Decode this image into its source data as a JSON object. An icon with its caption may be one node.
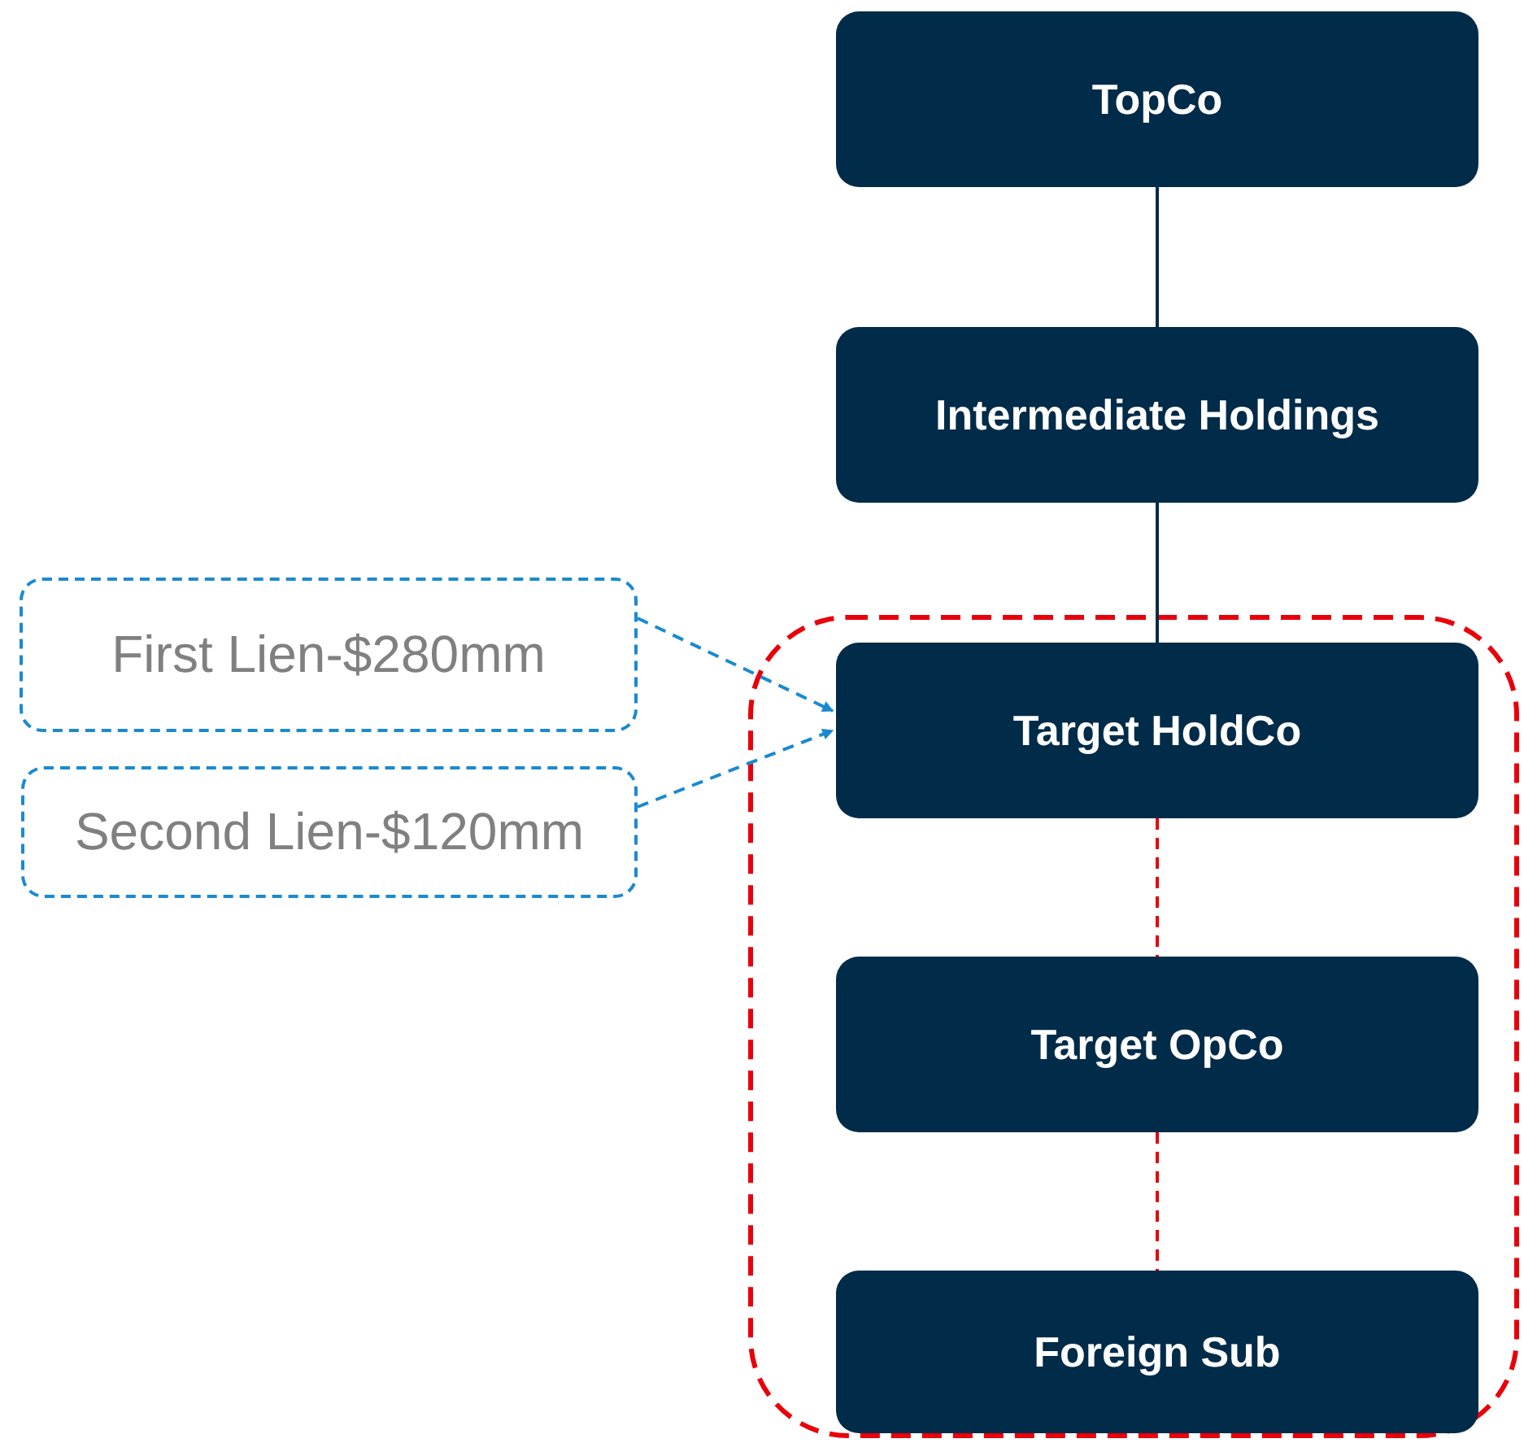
{
  "diagram": {
    "nodes": [
      {
        "text": [
          "TopCo"
        ]
      },
      {
        "text": [
          "Intermediate Holdings"
        ]
      },
      {
        "text": [],
        "shape": "box"
      },
      {
        "text": [
          "Target HoldCo"
        ],
        "in": 2
      },
      {
        "text": [
          "Target OpCo"
        ],
        "in": 2
      },
      {
        "text": [
          "Foreign Sub"
        ],
        "in": 2
      },
      {
        "text": [
          "First Lien-$280mm"
        ]
      },
      {
        "text": [
          "Second Lien-$120mm"
        ]
      }
    ],
    "edges": [
      {
        "from": 0,
        "to": 1,
        "arrow": "none"
      },
      {
        "from": 1,
        "to": 3,
        "arrow": "none"
      },
      {
        "from": 3,
        "to": 4,
        "arrow": "none",
        "style": "dashed",
        "color": "#e8000b"
      },
      {
        "from": 4,
        "to": 5,
        "arrow": "none",
        "style": "dashed",
        "color": "#e8000b"
      },
      {
        "from": 6,
        "to": 3,
        "arrow": "to",
        "style": "dashed",
        "color": "#1a8ad0"
      },
      {
        "from": 7,
        "to": 3,
        "arrow": "to",
        "style": "dashed",
        "color": "#1a8ad0"
      }
    ]
  }
}
